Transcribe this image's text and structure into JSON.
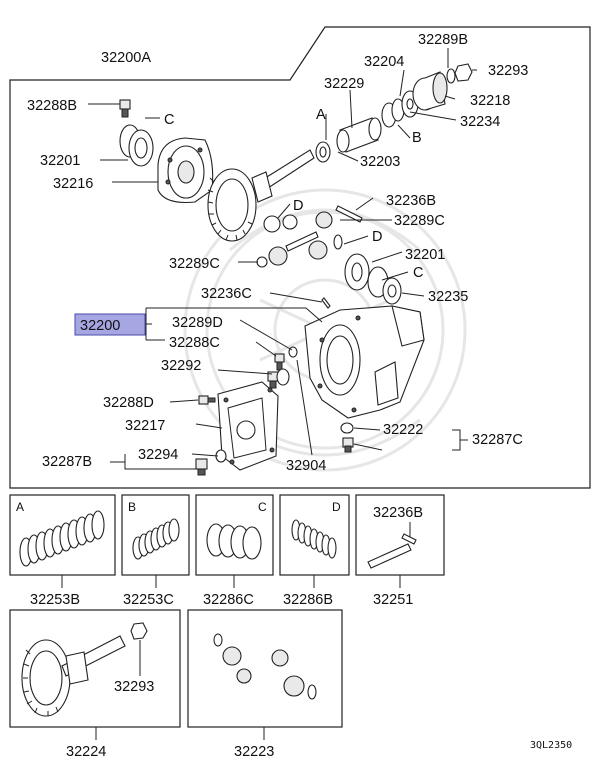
{
  "diagram": {
    "main_labels": {
      "l_32200A": "32200A",
      "l_32289B": "32289B",
      "l_32204": "32204",
      "l_32293_top": "32293",
      "l_32229": "32229",
      "l_32218": "32218",
      "l_32288B": "32288B",
      "l_A_top": "A",
      "l_32234": "32234",
      "l_C_top": "C",
      "l_B_top": "B",
      "l_32201_left": "32201",
      "l_32203": "32203",
      "l_32216": "32216",
      "l_32236B": "32236B",
      "l_D_upper": "D",
      "l_32289C_right": "32289C",
      "l_D_mid": "D",
      "l_32201_right": "32201",
      "l_32289C_left": "32289C",
      "l_C_mid": "C",
      "l_32236C": "32236C",
      "l_32235": "32235",
      "l_32200": "32200",
      "l_32289D": "32289D",
      "l_32288C": "32288C",
      "l_32292": "32292",
      "l_32288D": "32288D",
      "l_32217": "32217",
      "l_32222": "32222",
      "l_32287C": "32287C",
      "l_32294": "32294",
      "l_32287B": "32287B",
      "l_32904": "32904"
    },
    "sub_panels": [
      {
        "letter": "A",
        "part": "32253B"
      },
      {
        "letter": "B",
        "part": "32253C"
      },
      {
        "letter": "C",
        "part": "32286C"
      },
      {
        "letter": "D",
        "part": "32286B"
      },
      {
        "letter": "",
        "inner": "32236B",
        "part": "32251"
      }
    ],
    "bottom_panels": [
      {
        "inner": "32293",
        "part": "32224"
      },
      {
        "inner": "",
        "part": "32223"
      }
    ],
    "code": "3QL2350"
  },
  "colors": {
    "highlight": "#a6a6e3",
    "line": "#222222"
  }
}
